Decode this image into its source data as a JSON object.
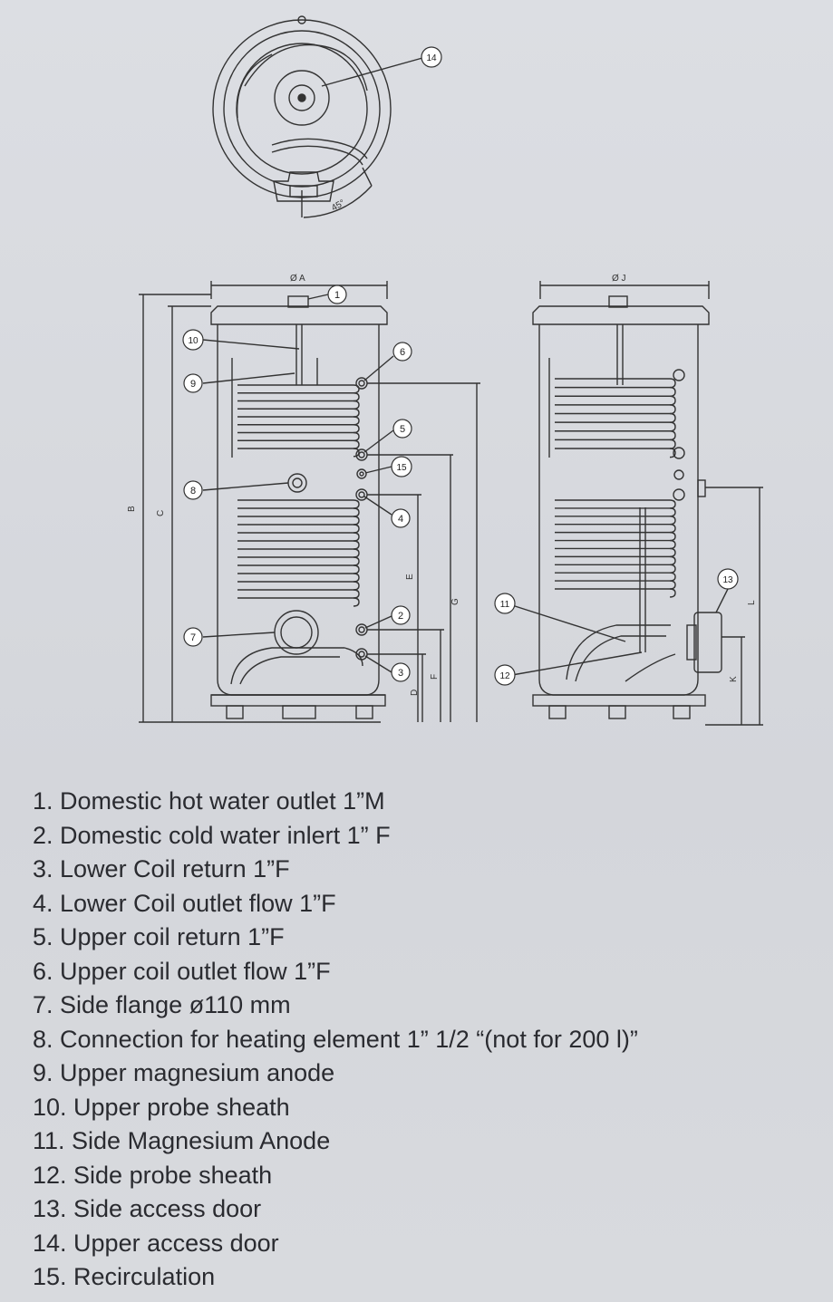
{
  "callouts": [
    "1",
    "2",
    "3",
    "4",
    "5",
    "6",
    "7",
    "8",
    "9",
    "10",
    "11",
    "12",
    "13",
    "14",
    "15"
  ],
  "dimension_labels": {
    "a": "Ø A",
    "j": "Ø J",
    "b": "B",
    "c": "C",
    "d": "D",
    "e": "E",
    "f": "F",
    "g": "G",
    "k": "K",
    "l": "L",
    "angle": "45°"
  },
  "legend": [
    "1. Domestic hot water outlet 1”M",
    "2. Domestic cold water inlert 1” F",
    "3. Lower Coil return 1”F",
    "4. Lower Coil outlet flow 1”F",
    "5. Upper coil return 1”F",
    "6. Upper coil outlet flow 1”F",
    "7. Side flange ø110 mm",
    "8. Connection for heating element 1” 1/2 “(not for 200 l)”",
    "9. Upper magnesium anode",
    "10. Upper probe sheath",
    "11. Side Magnesium Anode",
    "12. Side probe sheath",
    "13. Side access door",
    "14. Upper access door",
    "15. Recirculation"
  ]
}
